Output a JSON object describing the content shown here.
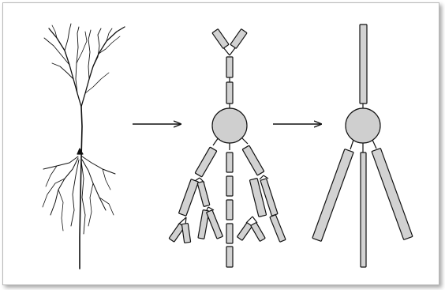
{
  "figure": {
    "panels": [
      {
        "id": "pyramidal-neuron",
        "kind": "drawing"
      },
      {
        "id": "multi-compartment-model",
        "kind": "model"
      },
      {
        "id": "reduced-compartment-model",
        "kind": "model"
      }
    ],
    "arrows": [
      "arrow-1",
      "arrow-2"
    ],
    "colors": {
      "line": "#111111",
      "compartment_fill": "#d2d2d2",
      "soma_fill": "#cfcfcf",
      "frame_border": "#b8b8b8",
      "background": "#ffffff"
    }
  }
}
